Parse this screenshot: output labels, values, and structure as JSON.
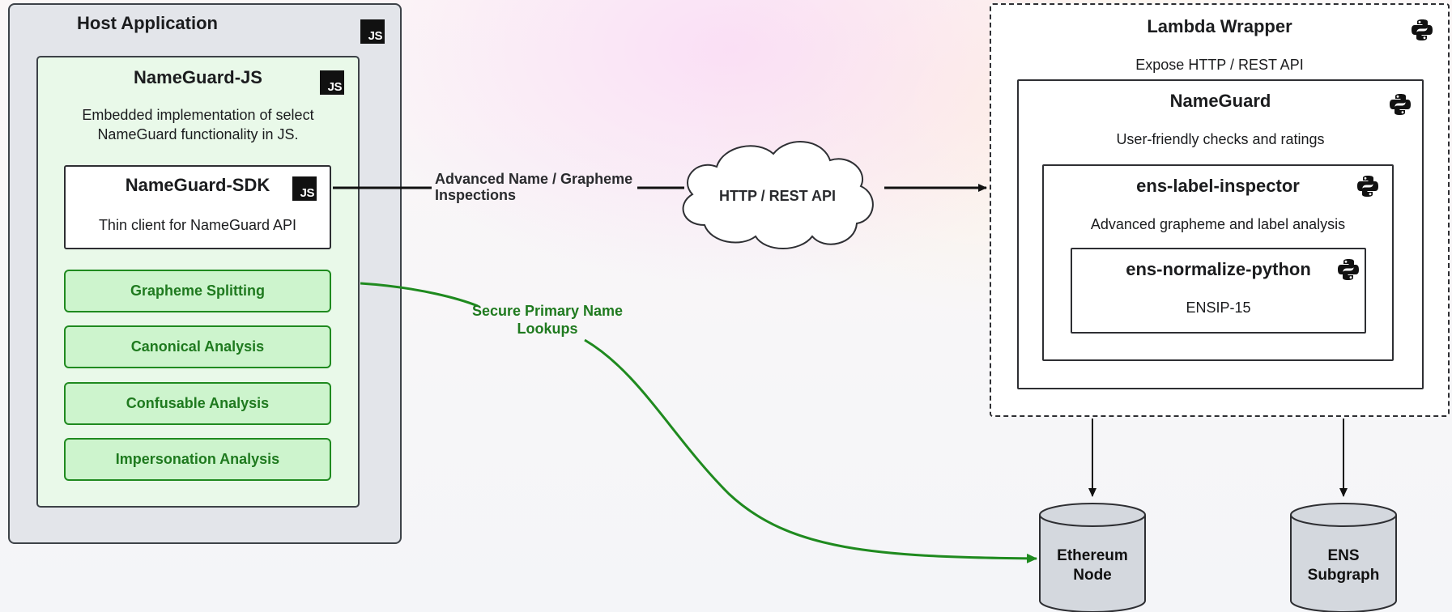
{
  "host": {
    "title": "Host Application",
    "badge": "JS"
  },
  "nameguard_js": {
    "title": "NameGuard-JS",
    "badge": "JS",
    "desc_line1": "Embedded implementation of select",
    "desc_line2": "NameGuard functionality in JS."
  },
  "sdk": {
    "title": "NameGuard-SDK",
    "badge": "JS",
    "desc": "Thin client for NameGuard API"
  },
  "features": [
    "Grapheme Splitting",
    "Canonical Analysis",
    "Confusable Analysis",
    "Impersonation Analysis"
  ],
  "edges": {
    "advanced_line1": "Advanced Name / Grapheme",
    "advanced_line2": "Inspections",
    "secure_line1": "Secure Primary Name",
    "secure_line2": "Lookups"
  },
  "cloud": {
    "label": "HTTP / REST API"
  },
  "lambda": {
    "title": "Lambda Wrapper",
    "desc": "Expose HTTP / REST API",
    "icon": "python-icon"
  },
  "nameguard": {
    "title": "NameGuard",
    "desc": "User-friendly checks and ratings",
    "icon": "python-icon"
  },
  "label_inspector": {
    "title": "ens-label-inspector",
    "desc": "Advanced grapheme and label analysis",
    "icon": "python-icon"
  },
  "normalize": {
    "title": "ens-normalize-python",
    "desc": "ENSIP-15",
    "icon": "python-icon"
  },
  "databases": [
    {
      "line1": "Ethereum",
      "line2": "Node"
    },
    {
      "line1": "ENS",
      "line2": "Subgraph"
    }
  ],
  "colors": {
    "green": "#1f8a1f",
    "green_fill": "#cdf4cd",
    "host_fill": "#e3e5ea",
    "js_fill": "#e9f9e9",
    "db_fill": "#d4d8de"
  }
}
